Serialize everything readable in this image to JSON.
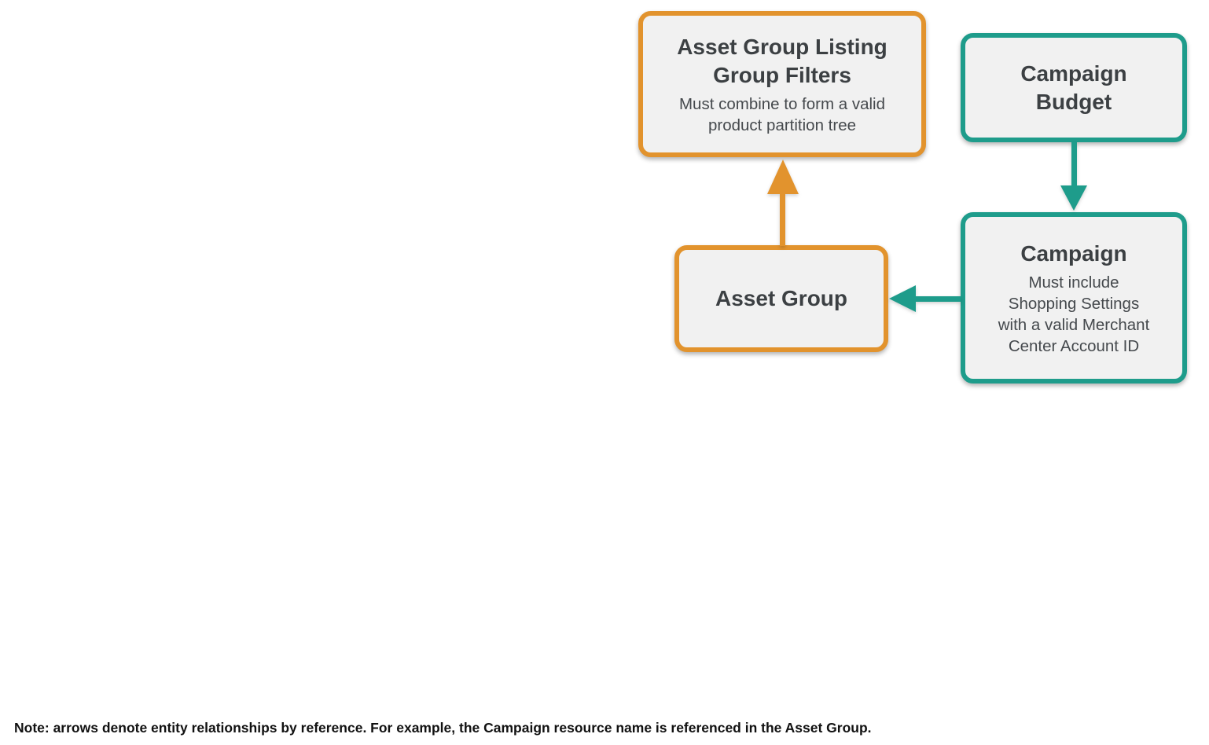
{
  "diagram": {
    "nodes": [
      {
        "id": "asset-group-listing-group-filters",
        "title": "Asset Group Listing\nGroup Filters",
        "subtitle": "Must combine to form a valid\nproduct partition tree",
        "accent": "orange"
      },
      {
        "id": "campaign-budget",
        "title": "Campaign\nBudget",
        "subtitle": "",
        "accent": "teal"
      },
      {
        "id": "campaign",
        "title": "Campaign",
        "subtitle": "Must include\nShopping Settings\nwith a valid Merchant\nCenter Account ID",
        "accent": "teal"
      },
      {
        "id": "asset-group",
        "title": "Asset Group",
        "subtitle": "",
        "accent": "orange"
      }
    ],
    "edges": [
      {
        "from": "asset-group",
        "to": "asset-group-listing-group-filters",
        "color": "orange",
        "direction": "up"
      },
      {
        "from": "campaign-budget",
        "to": "campaign",
        "color": "teal",
        "direction": "down"
      },
      {
        "from": "campaign",
        "to": "asset-group",
        "color": "teal",
        "direction": "left"
      }
    ],
    "colors": {
      "orange": "#E2932D",
      "teal": "#1E9C8B",
      "box_background": "#F1F1F1",
      "title_text": "#3C4043",
      "subtitle_text": "#45494D",
      "note_text": "#111111"
    }
  },
  "note": "Note: arrows denote entity relationships by reference. For example, the Campaign resource name is referenced in the Asset Group."
}
